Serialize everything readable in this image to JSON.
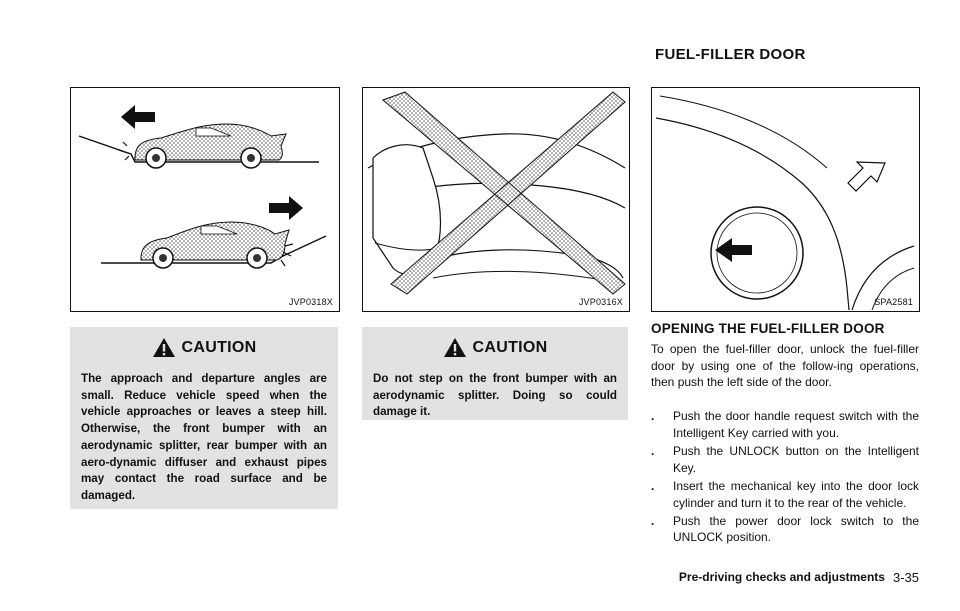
{
  "section_title": "FUEL-FILLER DOOR",
  "figures": [
    {
      "label": "JVP0318X"
    },
    {
      "label": "JVP0316X"
    },
    {
      "label": "SPA2581"
    }
  ],
  "cautions": [
    {
      "title": "CAUTION",
      "text": "The approach and departure angles are small. Reduce vehicle speed when the vehicle approaches or leaves a steep hill. Otherwise, the front bumper with an aerodynamic splitter, rear bumper with an aero-dynamic diffuser and exhaust pipes may contact the road surface and be damaged."
    },
    {
      "title": "CAUTION",
      "text": "Do not step on the front bumper with an aerodynamic splitter. Doing so could damage it."
    }
  ],
  "subheading": "OPENING THE FUEL-FILLER DOOR",
  "intro": "To open the fuel-filler door, unlock the fuel-filler door by using one of the follow-ing operations, then push the left side of the door.",
  "bullets": [
    "Push the door handle request switch with the Intelligent Key carried with you.",
    "Push the UNLOCK button on the Intelligent Key.",
    "Insert the mechanical key into the door lock cylinder and turn it to the rear of the vehicle.",
    "Push the power door lock switch to the UNLOCK position."
  ],
  "footer": {
    "section": "Pre-driving checks and adjustments",
    "page": "3-35"
  },
  "colors": {
    "caution_bg": "#e2e2e2",
    "hatch": "#8a8a8a"
  }
}
